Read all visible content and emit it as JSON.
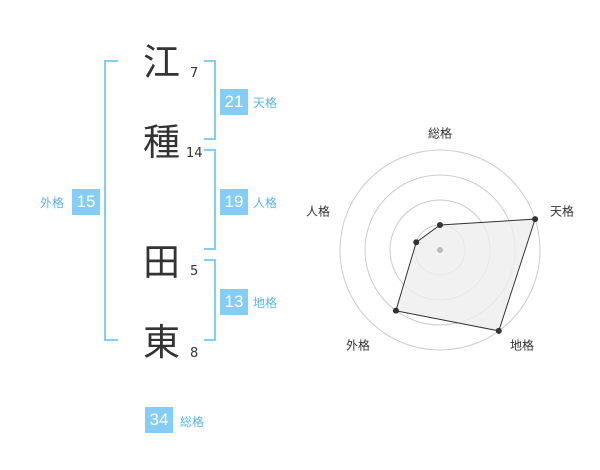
{
  "name_chars": [
    {
      "char": "江",
      "strokes": "7"
    },
    {
      "char": "種",
      "strokes": "14"
    },
    {
      "char": "田",
      "strokes": "5"
    },
    {
      "char": "東",
      "strokes": "8"
    }
  ],
  "fortunes": {
    "tenkaku": {
      "value": "21",
      "label": "天格"
    },
    "jinkaku": {
      "value": "19",
      "label": "人格"
    },
    "chikaku": {
      "value": "13",
      "label": "地格"
    },
    "gaikaku": {
      "value": "15",
      "label": "外格"
    },
    "soukaku": {
      "value": "34",
      "label": "総格"
    }
  },
  "chart_data": {
    "type": "radar",
    "axes": [
      "総格",
      "天格",
      "地格",
      "外格",
      "人格"
    ],
    "values": [
      1,
      4,
      4,
      3,
      1
    ],
    "max": 4,
    "colors": {
      "fill": "#eeeeee",
      "stroke": "#333333",
      "grid": "#cccccc",
      "center": "#bbbbbb"
    }
  }
}
